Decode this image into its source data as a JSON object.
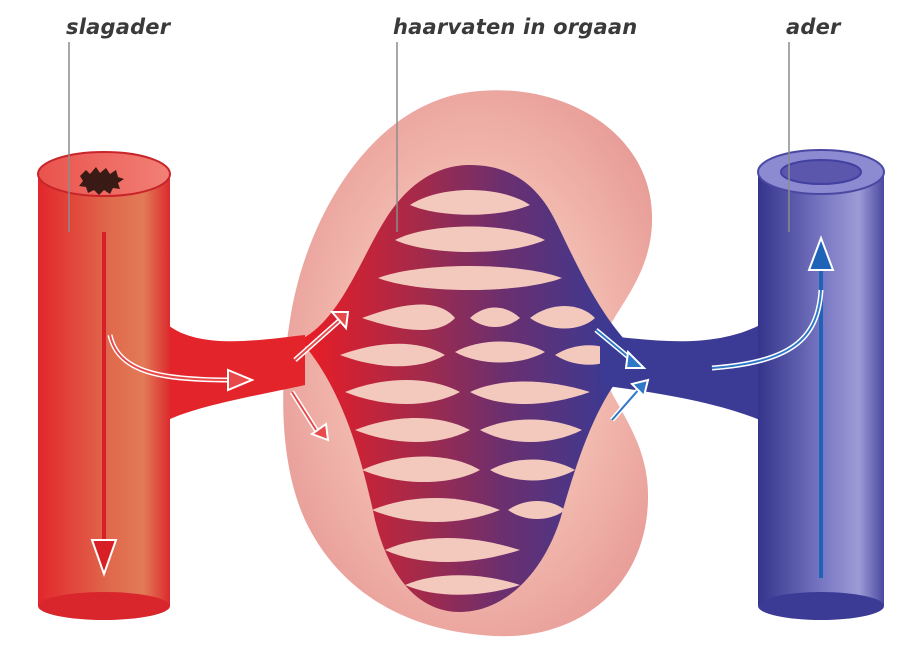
{
  "labels": {
    "artery": "slagader",
    "capillaries": "haarvaten in orgaan",
    "vein": "ader"
  },
  "colors": {
    "artery": "#e3222a",
    "vein": "#3d3c94",
    "organ": "#eea7a3",
    "arrow_artery": "#d81f26",
    "arrow_vein": "#1f63b8",
    "leader_line": "#8c8c8c",
    "label_text": "#3a3a3a"
  }
}
